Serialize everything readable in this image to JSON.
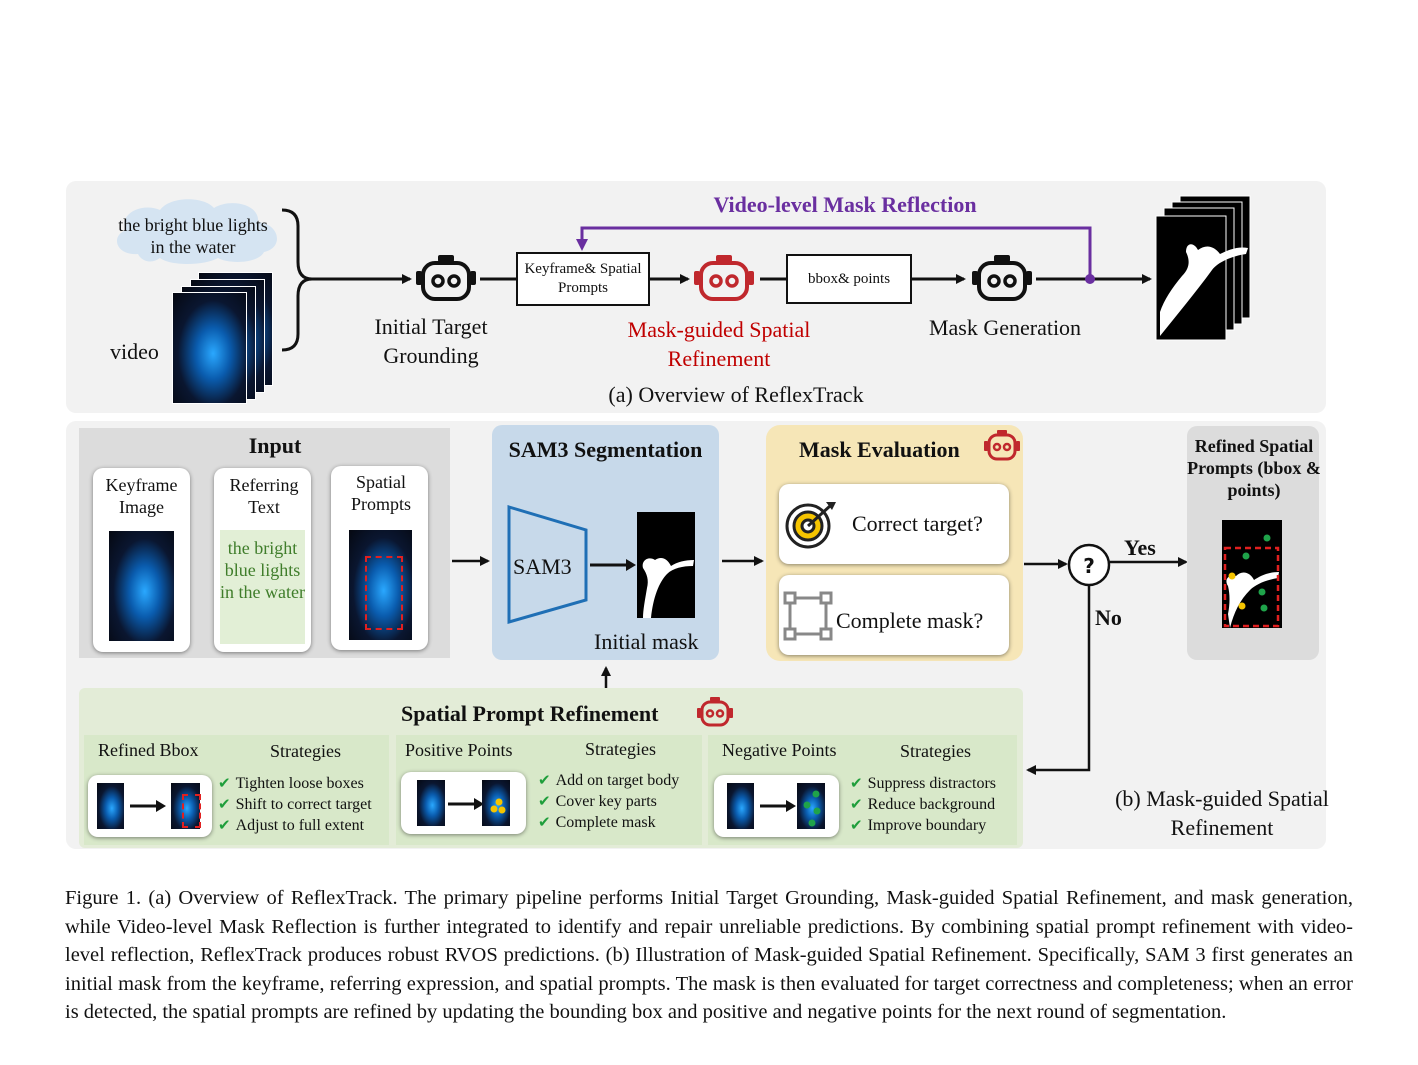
{
  "overview": {
    "cloud_text": "the bright blue lights in the water",
    "video_label": "video",
    "step1": "Initial Target Grounding",
    "box1": "Keyframe& Spatial Prompts",
    "step2": "Mask-guided Spatial Refinement",
    "box2": "bbox& points",
    "step3": "Mask Generation",
    "reflection_label": "Video-level Mask Reflection",
    "caption": "(a) Overview of ReflexTrack"
  },
  "input": {
    "title": "Input",
    "keyframe": "Keyframe Image",
    "referring": "Referring Text",
    "referring_text": "the bright blue lights in the water",
    "spatial": "Spatial Prompts"
  },
  "sam": {
    "title": "SAM3 Segmentation",
    "block": "SAM3",
    "initial_mask": "Initial mask"
  },
  "evaluation": {
    "title": "Mask Evaluation",
    "q1": "Correct target?",
    "q2": "Complete mask?"
  },
  "decision": {
    "symbol": "?",
    "yes": "Yes",
    "no": "No"
  },
  "refined": {
    "title": "Refined Spatial Prompts (bbox & points)"
  },
  "refinement": {
    "title": "Spatial Prompt Refinement",
    "strategies_label": "Strategies",
    "groups": [
      {
        "name": "Refined Bbox",
        "items": [
          "Tighten loose boxes",
          "Shift to correct target",
          "Adjust to full extent"
        ]
      },
      {
        "name": "Positive Points",
        "items": [
          "Add on target body",
          "Cover key parts",
          "Complete mask"
        ]
      },
      {
        "name": "Negative Points",
        "items": [
          "Suppress distractors",
          "Reduce background",
          "Improve boundary"
        ]
      }
    ]
  },
  "panel_b_caption": "(b) Mask-guided Spatial Refinement",
  "figure_caption": "Figure 1. (a) Overview of ReflexTrack. The primary pipeline performs Initial Target Grounding, Mask-guided Spatial Refinement, and mask generation, while Video-level Mask Reflection is further integrated to identify and repair unreliable predictions. By combining spatial prompt refinement with video-level reflection, ReflexTrack produces robust RVOS predictions. (b) Illustration of Mask-guided Spatial Refinement. Specifically, SAM 3 first generates an initial mask from the keyframe, referring expression, and spatial prompts. The mask is then evaluated for target correctness and completeness; when an error is detected, the spatial prompts are refined by updating the bounding box and positive and negative points for the next round of segmentation.",
  "colors": {
    "reflection": "#6a2fa0",
    "refinement_red": "#c00000",
    "robot_red": "#c0282d",
    "check_green": "#1f9e3b",
    "sam_panel": "#c7d9ea",
    "eval_panel": "#f6e6b7",
    "refine_panel": "#e3ecd7",
    "group_panel": "#d8e8c9"
  }
}
